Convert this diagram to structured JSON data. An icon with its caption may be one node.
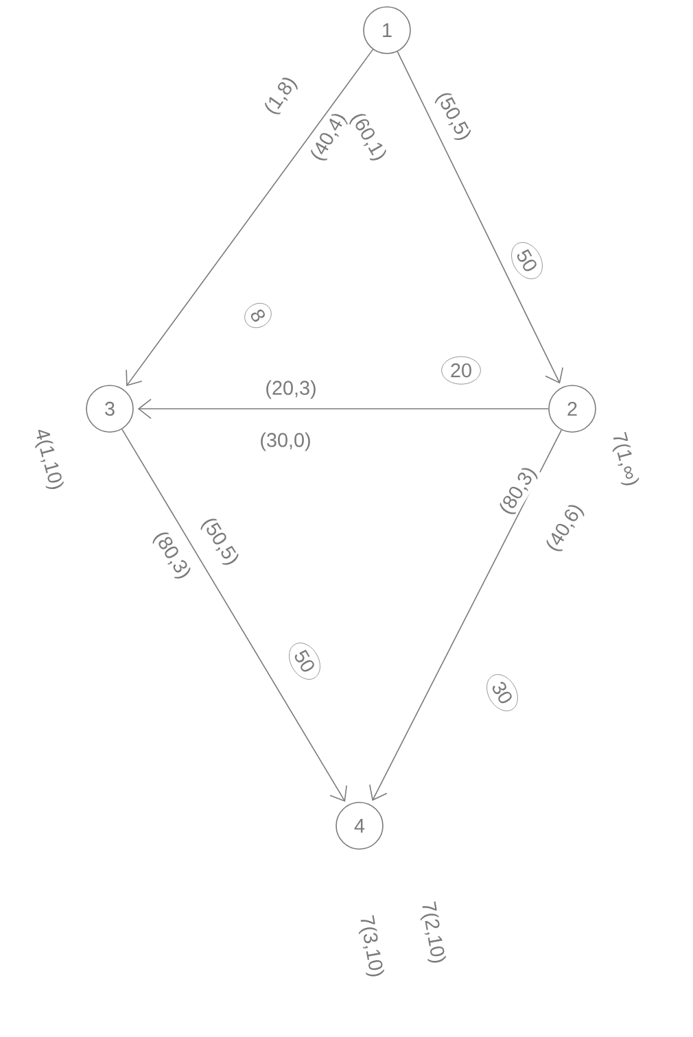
{
  "diagram": {
    "nodes": [
      {
        "text": [
          "1"
        ]
      },
      {
        "text": [
          "2"
        ],
        "beside": [
          "7(1,∞)"
        ]
      },
      {
        "text": [
          "3"
        ],
        "beside": [
          "4(1,10)"
        ]
      },
      {
        "text": [
          "4"
        ],
        "beside": [
          "7(2,10)",
          "7(3,10)"
        ]
      }
    ],
    "edges": [
      {
        "from": 0,
        "to": 2,
        "arrow": "to",
        "label": "(1,8)"
      },
      {
        "from": 0,
        "to": 1,
        "arrow": "to",
        "label": "(50,5)"
      },
      {
        "from": 1,
        "to": 2,
        "arrow": "to",
        "label": "(20,3)"
      },
      {
        "from": 2,
        "to": 3,
        "arrow": "to",
        "label": "(50,5)"
      },
      {
        "from": 1,
        "to": 3,
        "arrow": "to",
        "label": "(80,3)"
      }
    ],
    "labels": [
      "(40,4)",
      "(60,1)",
      "8",
      "50",
      "20",
      "(30,0)",
      "(80,3)",
      "50",
      "(40,6)",
      "30"
    ]
  }
}
